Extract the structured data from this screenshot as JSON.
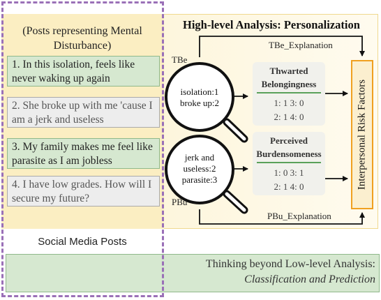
{
  "posts_panel": {
    "title": "(Posts representing Mental Disturbance)",
    "posts": [
      {
        "text": "1. In this isolation, feels like never waking up again",
        "style": "green"
      },
      {
        "text": "2. She broke up with me 'cause I am a jerk and useless",
        "style": "grey"
      },
      {
        "text": "3. My family makes me feel like parasite as I am jobless",
        "style": "green"
      },
      {
        "text": "4. I have low grades. How will I secure my future?",
        "style": "grey"
      }
    ],
    "footer_label": "Social Media Posts"
  },
  "analysis": {
    "title": "High-level Analysis: Personalization",
    "tbe_label": "TBe",
    "pbu_label": "PBu",
    "tbe_explanation": "TBe_Explanation",
    "pbu_explanation": "PBu_Explanation",
    "magnifier_top": {
      "line1": "isolation:1",
      "line2": "broke up:2"
    },
    "magnifier_bottom": {
      "line1": "jerk and",
      "line2": "useless:2",
      "line3": "parasite:3"
    },
    "card_top": {
      "title_line1": "Thwarted",
      "title_line2": "Belongingness",
      "row1": "1: 1  3: 0",
      "row2": "2: 1  4: 0"
    },
    "card_bottom": {
      "title_line1": "Perceived",
      "title_line2": "Burdensomeness",
      "row1": "1: 0  3: 1",
      "row2": "2: 1  4: 0"
    },
    "risk_factors_label": "Interpersonal Risk Factors"
  },
  "bottom_bar": {
    "line1": "Thinking beyond Low-level Analysis:",
    "line2": "Classification and Prediction"
  },
  "colors": {
    "dashed_border": "#9a70b7",
    "post_green": "#d6e8d0",
    "post_grey": "#ededed",
    "panel_yellow": "#fbeec2",
    "risk_border": "#f0a020",
    "card_separator": "#5aa15a"
  }
}
